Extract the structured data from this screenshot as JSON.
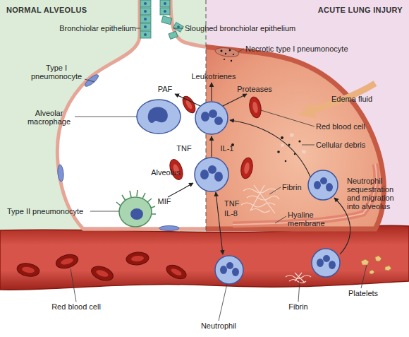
{
  "diagram": {
    "nodes": [
      {
        "text": [
          "NORMAL ALVEOLUS"
        ]
      },
      {
        "text": [
          "ACUTE LUNG INJURY"
        ]
      }
    ],
    "labels": [
      "Bronchiolar epithelium",
      "Type I pneumonocyte",
      "Alveolar macrophage",
      "Alveolus",
      "Type II pneumonocyte",
      "Red blood cell",
      "Neutrophil",
      "Fibrin",
      "Platelets",
      "Sloughed bronchiolar epithelium",
      "Necrotic type I pneumonocyte",
      "Leukotrienes",
      "PAF",
      "Proteases",
      "Edema fluid",
      "Red blood cell",
      "Cellular debris",
      "TNF",
      "IL-1",
      "MIF",
      "TNF",
      "IL-8",
      "Fibrin",
      "Hyaline membrane",
      "Neutrophil sequestration and migration into alveolus"
    ]
  }
}
